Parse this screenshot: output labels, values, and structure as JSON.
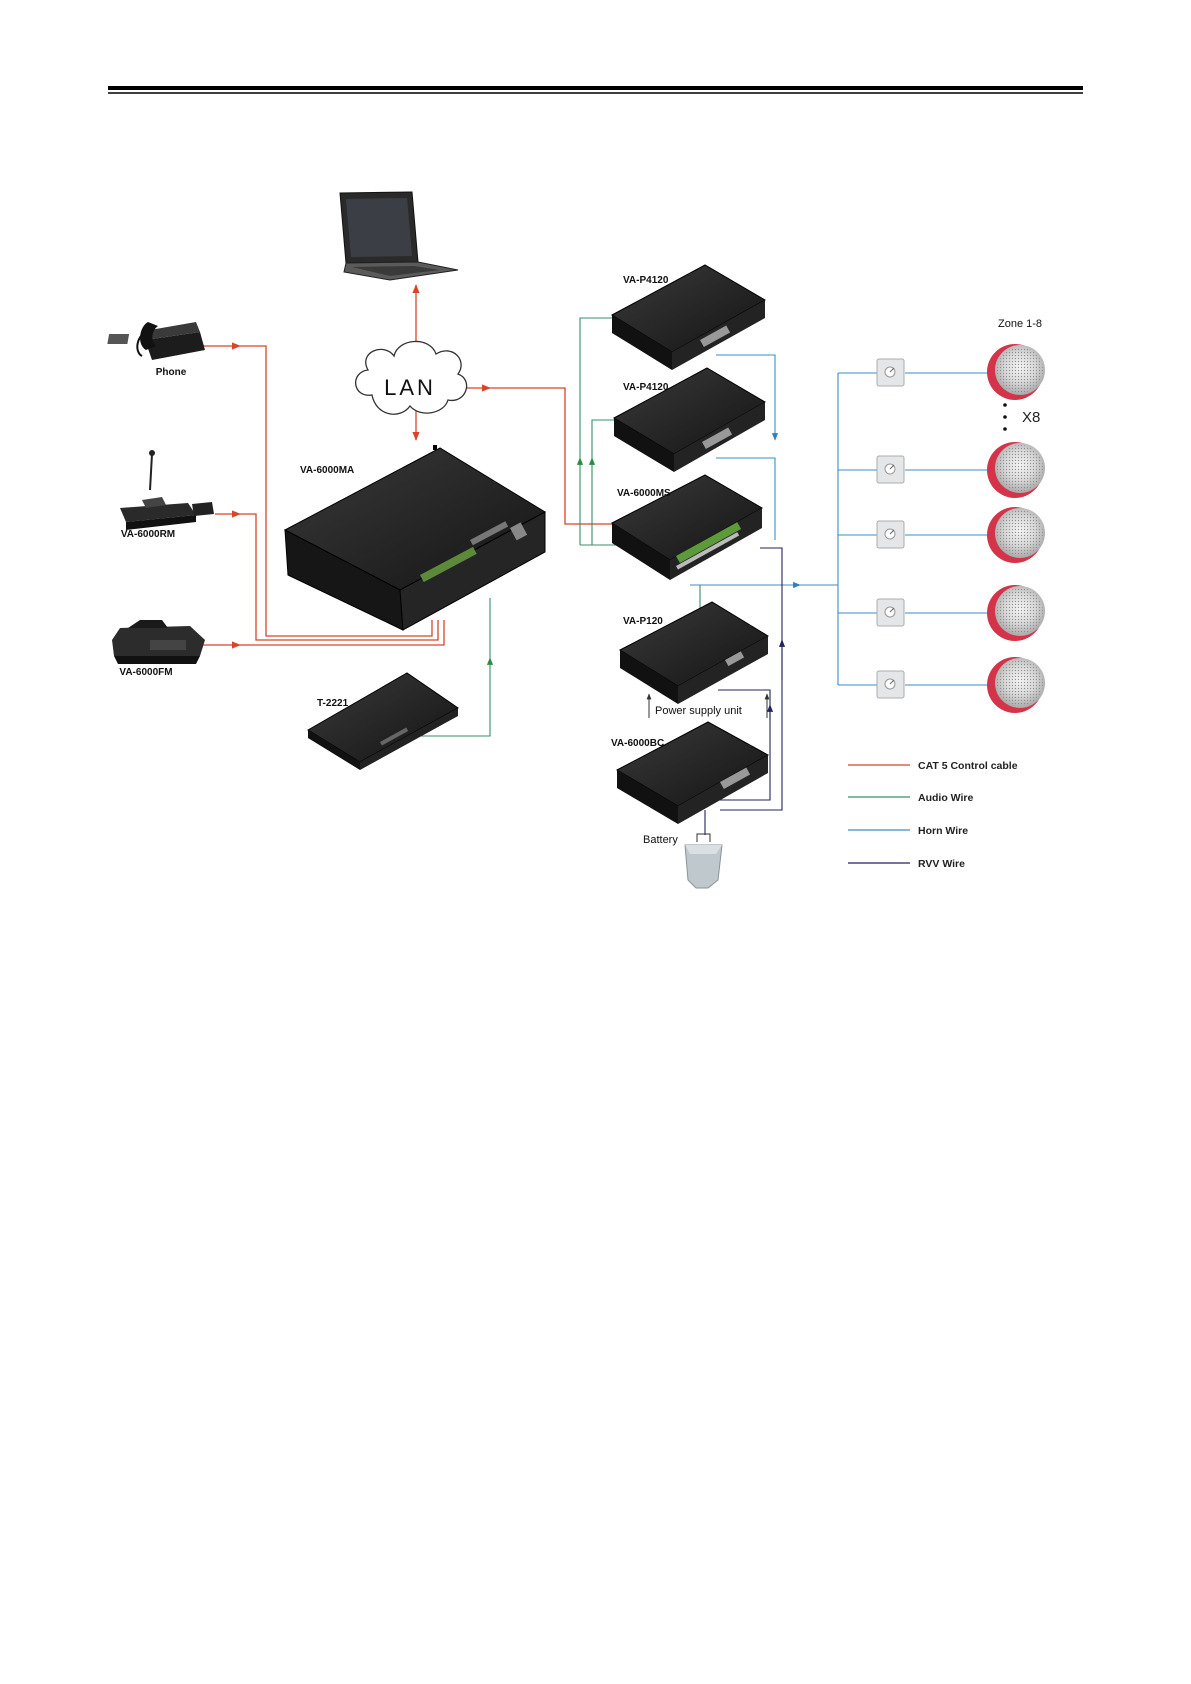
{
  "colors": {
    "cat5": "#d9442b",
    "audio": "#3a8f6a",
    "horn": "#3a8fc8",
    "rvv": "#2a2a6a",
    "device_dark": "#1e1e1e",
    "speaker_red": "#d3344a"
  },
  "devices": {
    "laptop": "",
    "lan": "LAN",
    "phone": "Phone",
    "va6000rm": "VA-6000RM",
    "va6000fm": "VA-6000FM",
    "va6000ma": "VA-6000MA",
    "t2221": "T-2221",
    "vap4120_a": "VA-P4120",
    "vap4120_b": "VA-P4120",
    "va6000ms": "VA-6000MS",
    "vap120": "VA-P120",
    "va6000bc": "VA-6000BC",
    "battery": "Battery",
    "power_supply": "Power supply unit"
  },
  "zones": {
    "title": "Zone 1-8",
    "multiplier": "X8",
    "speaker_icon": "ceiling-speaker-icon",
    "control_icon": "volume-control-icon"
  },
  "legend": [
    {
      "label": "CAT 5 Control cable",
      "color": "#d9442b"
    },
    {
      "label": "Audio Wire",
      "color": "#3a8f6a"
    },
    {
      "label": "Horn Wire",
      "color": "#3a8fc8"
    },
    {
      "label": "RVV Wire",
      "color": "#2a2a6a"
    }
  ]
}
